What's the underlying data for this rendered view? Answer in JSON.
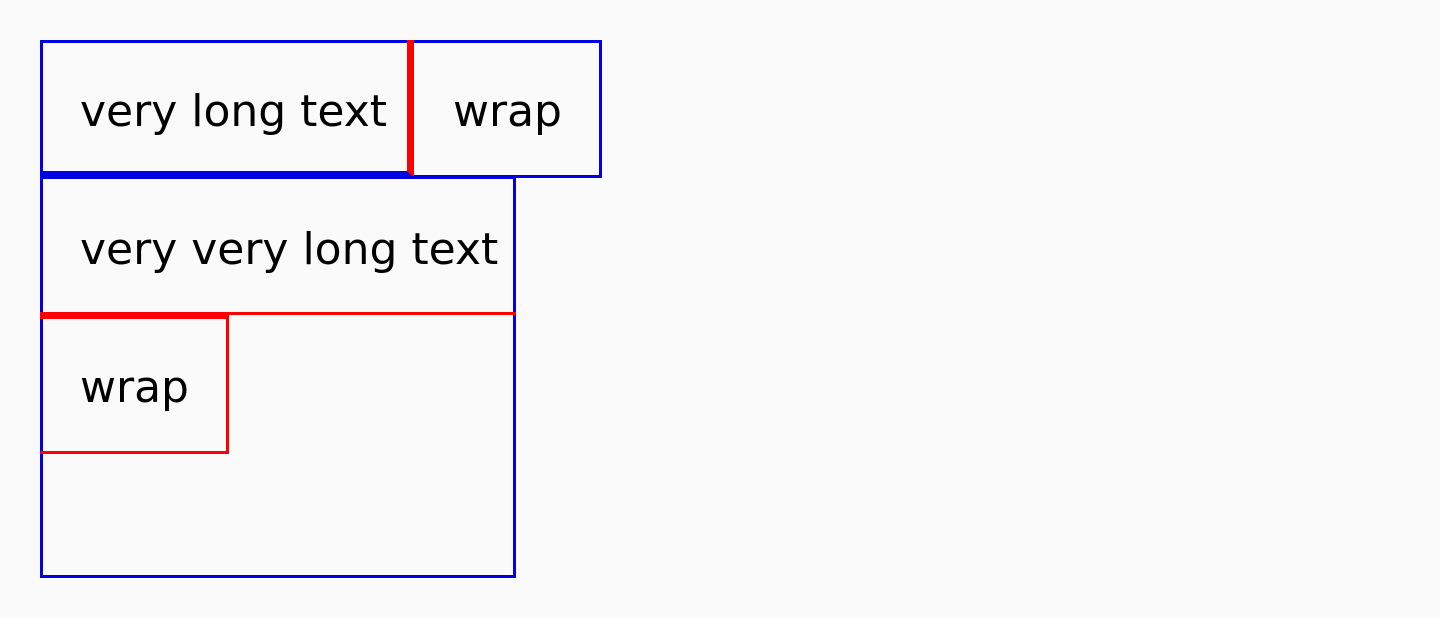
{
  "cells": {
    "top_left": "very long text",
    "top_right": "wrap",
    "middle": "very very long text",
    "bottom": "wrap"
  },
  "colors": {
    "outer_border": "#0000e6",
    "inner_border": "#ff0000",
    "background": "#fafafa"
  }
}
